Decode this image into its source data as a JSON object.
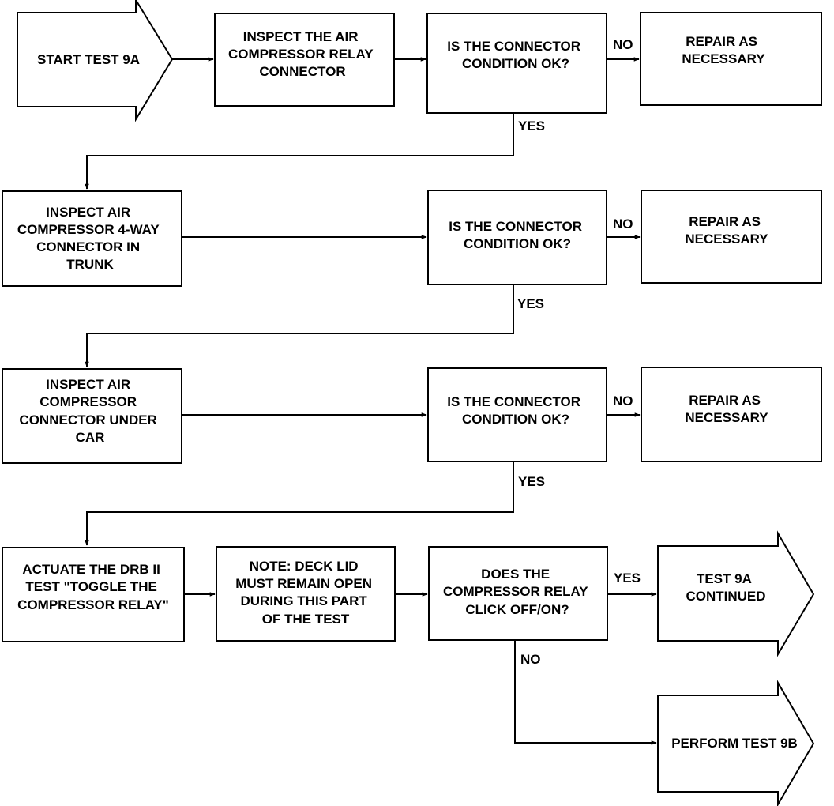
{
  "nodes": {
    "start": {
      "lines": [
        "START TEST 9A"
      ]
    },
    "inspect_relay": {
      "lines": [
        "INSPECT THE AIR",
        "COMPRESSOR RELAY",
        "CONNECTOR"
      ]
    },
    "q1": {
      "lines": [
        "IS THE CONNECTOR",
        "CONDITION OK?"
      ]
    },
    "repair1": {
      "lines": [
        "REPAIR AS",
        "NECESSARY"
      ]
    },
    "inspect_4way": {
      "lines": [
        "INSPECT AIR",
        "COMPRESSOR 4-WAY",
        "CONNECTOR IN",
        "TRUNK"
      ]
    },
    "q2": {
      "lines": [
        "IS THE CONNECTOR",
        "CONDITION OK?"
      ]
    },
    "repair2": {
      "lines": [
        "REPAIR AS",
        "NECESSARY"
      ]
    },
    "inspect_under": {
      "lines": [
        "INSPECT AIR",
        "COMPRESSOR",
        "CONNECTOR UNDER",
        "CAR"
      ]
    },
    "q3": {
      "lines": [
        "IS THE CONNECTOR",
        "CONDITION OK?"
      ]
    },
    "repair3": {
      "lines": [
        "REPAIR AS",
        "NECESSARY"
      ]
    },
    "actuate": {
      "lines": [
        "ACTUATE THE DRB II",
        "TEST \"TOGGLE THE",
        "COMPRESSOR RELAY\""
      ]
    },
    "note": {
      "lines": [
        "NOTE: DECK LID",
        "MUST REMAIN OPEN",
        "DURING THIS PART",
        "OF THE TEST"
      ]
    },
    "q4": {
      "lines": [
        "DOES THE",
        "COMPRESSOR RELAY",
        "CLICK OFF/ON?"
      ]
    },
    "continued": {
      "lines": [
        "TEST 9A",
        "CONTINUED"
      ]
    },
    "test9b": {
      "lines": [
        "PERFORM TEST 9B"
      ]
    }
  },
  "edge_labels": {
    "q1_no": "NO",
    "q1_yes": "YES",
    "q2_no": "NO",
    "q2_yes": "YES",
    "q3_no": "NO",
    "q3_yes": "YES",
    "q4_yes": "YES",
    "q4_no": "NO"
  }
}
